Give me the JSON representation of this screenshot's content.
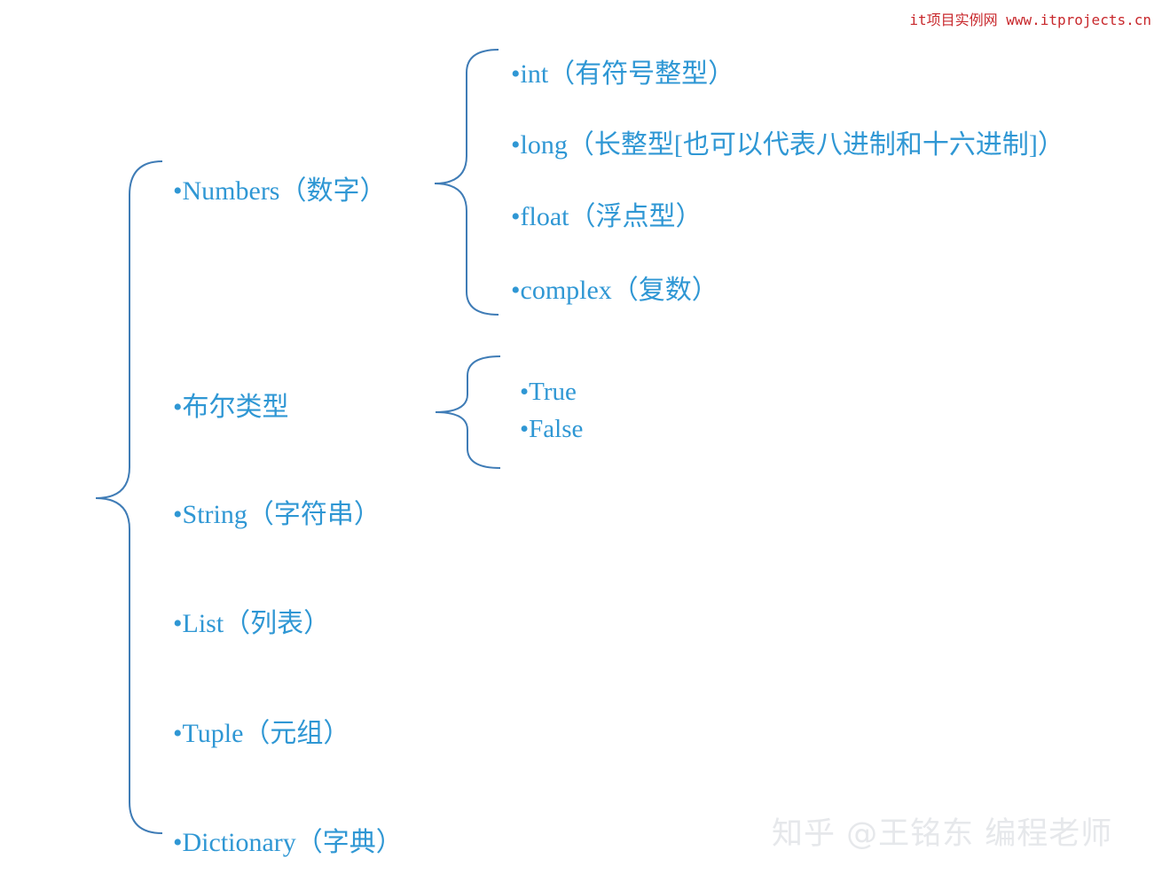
{
  "watermarks": {
    "top": "it项目实例网 www.itprojects.cn",
    "bottom": "知乎 @王铭东 编程老师"
  },
  "tree": {
    "root_items": [
      {
        "label": "•Numbers（数字）",
        "children": [
          "•int（有符号整型）",
          "•long（长整型[也可以代表八进制和十六进制]）",
          "•float（浮点型）",
          "•complex（复数）"
        ]
      },
      {
        "label": "•布尔类型",
        "children": [
          "•True",
          "•False"
        ]
      },
      {
        "label": "•String（字符串）"
      },
      {
        "label": "•List（列表）"
      },
      {
        "label": "•Tuple（元组）"
      },
      {
        "label": "•Dictionary（字典）"
      }
    ]
  }
}
